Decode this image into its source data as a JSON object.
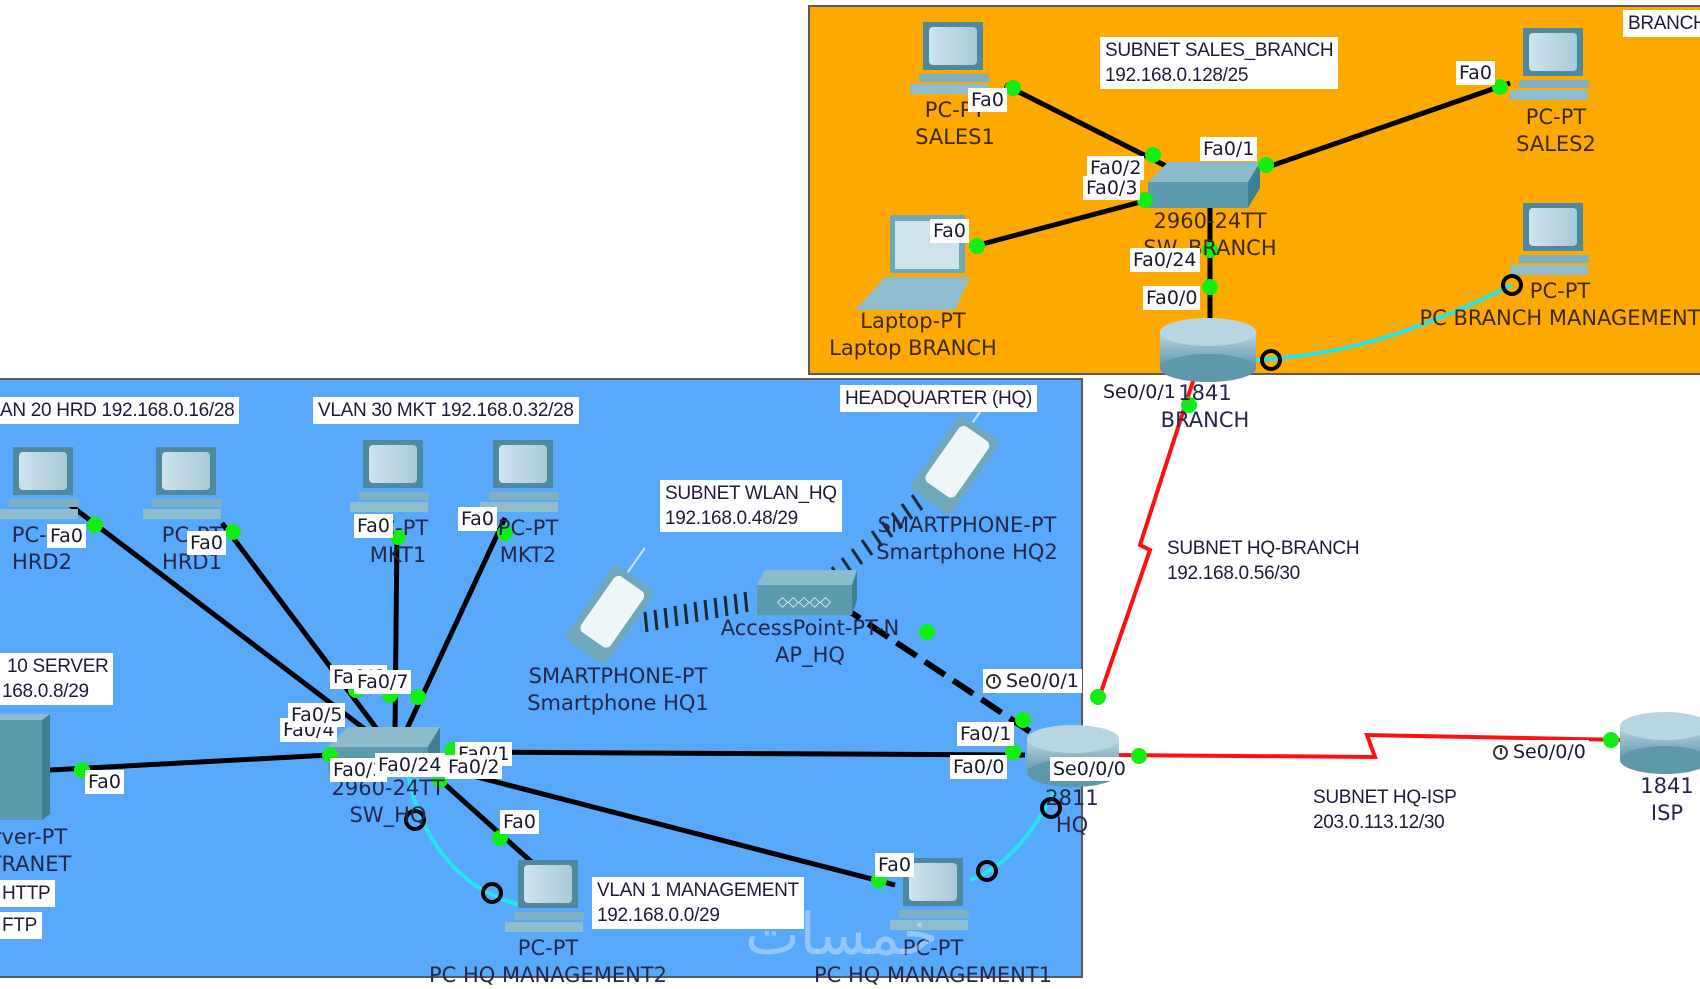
{
  "app": "Cisco Packet Tracer topology",
  "areas": {
    "branch": {
      "title": "BRANCH",
      "color": "#fda900"
    },
    "hq": {
      "title": "HEADQUARTER (HQ)",
      "color": "#58a8fc"
    }
  },
  "notes": {
    "sales_branch": "SUBNET SALES_BRANCH\n192.168.0.128/25",
    "branch_title": "BRANCH",
    "vlan20": "AN 20 HRD 192.168.0.16/28",
    "vlan30": "VLAN 30 MKT 192.168.0.32/28",
    "hq_title": "HEADQUARTER (HQ)",
    "wlan_hq": "SUBNET WLAN_HQ\n192.168.0.48/29",
    "vlan10": " 10 SERVER\n168.0.8/29",
    "hq_branch": "SUBNET HQ-BRANCH\n192.168.0.56/30",
    "hq_isp": "SUBNET HQ-ISP\n203.0.113.12/30",
    "vlan1": "VLAN 1 MANAGEMENT\n192.168.0.0/29",
    "http": "HTTP",
    "ftp": "FTP"
  },
  "devices": {
    "sales1": {
      "model": "PC-PT",
      "name": "SALES1"
    },
    "sales2": {
      "model": "PC-PT",
      "name": "SALES2"
    },
    "laptop_branch": {
      "model": "Laptop-PT",
      "name": "Laptop BRANCH"
    },
    "sw_branch": {
      "model": "2960-24TT",
      "name": "SW_BRANCH"
    },
    "pc_branch_mgmt": {
      "model": "PC-PT",
      "name": "PC BRANCH MANAGEMENT"
    },
    "r_branch": {
      "model": "1841",
      "name": "BRANCH"
    },
    "hrd2": {
      "model": "PC-PT",
      "name": "HRD2"
    },
    "hrd1": {
      "model": "PC-PT",
      "name": "HRD1"
    },
    "mkt1": {
      "model": "PC-PT",
      "name": "MKT1"
    },
    "mkt2": {
      "model": "PC-PT",
      "name": "MKT2"
    },
    "phone_hq2": {
      "model": "SMARTPHONE-PT",
      "name": "Smartphone HQ2"
    },
    "phone_hq1": {
      "model": "SMARTPHONE-PT",
      "name": "Smartphone HQ1"
    },
    "ap_hq": {
      "model": "AccessPoint-PT-N",
      "name": "AP_HQ"
    },
    "server": {
      "model": "rver-PT",
      "name": "TRANET"
    },
    "sw_hq": {
      "model": "2960-24TT",
      "name": "SW_HQ"
    },
    "r_hq": {
      "model": "2811",
      "name": "HQ"
    },
    "r_isp": {
      "model": "1841",
      "name": "ISP"
    },
    "pc_hq_mgmt2": {
      "model": "PC-PT",
      "name": "PC HQ MANAGEMENT2"
    },
    "pc_hq_mgmt1": {
      "model": "PC-PT",
      "name": "PC HQ MANAGEMENT1"
    }
  },
  "ports": {
    "sales1_fa0": "Fa0",
    "sales2_fa0": "Fa0",
    "swb_fa01": "Fa0/1",
    "swb_fa02": "Fa0/2",
    "swb_fa03": "Fa0/3",
    "laptop_fa0": "Fa0",
    "swb_fa024": "Fa0/24",
    "rb_fa00": "Fa0/0",
    "rb_se001": "Se0/0/1",
    "hrd2_fa0": "Fa0",
    "hrd1_fa0": "Fa0",
    "mkt1_fa0": "Fa0",
    "mkt2_fa0": "Fa0",
    "swhq_fa06": "Fa0/6",
    "swhq_fa07": "Fa0/7",
    "swhq_fa05": "Fa0/5",
    "swhq_fa04": "Fa0/4",
    "swhq_fa03": "Fa0/3",
    "swhq_fa024": "Fa0/24",
    "swhq_fa01": "Fa0/1",
    "swhq_fa02": "Fa0/2",
    "server_fa0": "Fa0",
    "mgmt2_fa0": "Fa0",
    "mgmt1_fa0": "Fa0",
    "rhq_se001": "Se0/0/1",
    "rhq_fa01": "Fa0/1",
    "rhq_fa00": "Fa0/0",
    "rhq_se000": "Se0/0/0",
    "isp_se000": "Se0/0/0"
  },
  "colors": {
    "ethernet": "#000000",
    "serial": "#ff1010",
    "console": "#22e5ee",
    "port_up": "#11ee11"
  },
  "watermark": "خمسات"
}
